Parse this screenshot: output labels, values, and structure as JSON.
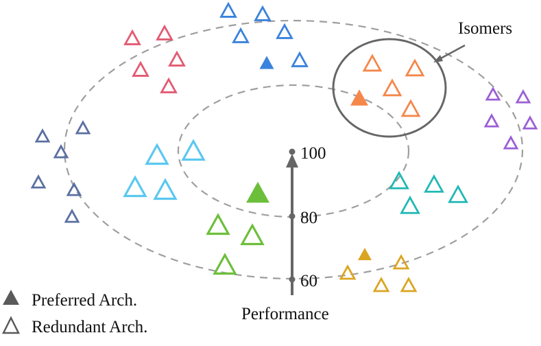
{
  "callout": {
    "label": "Isomers"
  },
  "axis": {
    "label": "Performance",
    "ticks": [
      "100",
      "80",
      "60"
    ]
  },
  "legend": {
    "preferred": "Preferred Arch.",
    "redundant": "Redundant Arch."
  },
  "colors": {
    "red": "#e35a72",
    "blue": "#3a82dd",
    "orange": "#f5874a",
    "purple": "#9b5fd6",
    "slate": "#5a6fa0",
    "lightblue": "#5bc8f0",
    "green": "#6cbf3a",
    "teal": "#1fb8b5",
    "gold": "#daa520",
    "gray": "#666666",
    "ring": "#9e9e9e"
  }
}
